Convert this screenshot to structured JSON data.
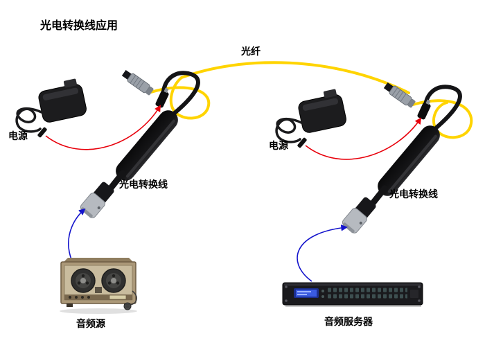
{
  "diagram": {
    "title": "光电转换线应用",
    "fiber_label": "光纤",
    "left": {
      "power_label": "电源",
      "converter_label": "光电转换线",
      "device_label": "音频源"
    },
    "right": {
      "power_label": "电源",
      "converter_label": "光电转换线",
      "device_label": "音频服务器"
    },
    "colors": {
      "fiber": "#ffd400",
      "power_cable": "#e8000b",
      "signal_cable": "#1414cc",
      "device_black": "#151517",
      "background": "#ffffff"
    }
  }
}
